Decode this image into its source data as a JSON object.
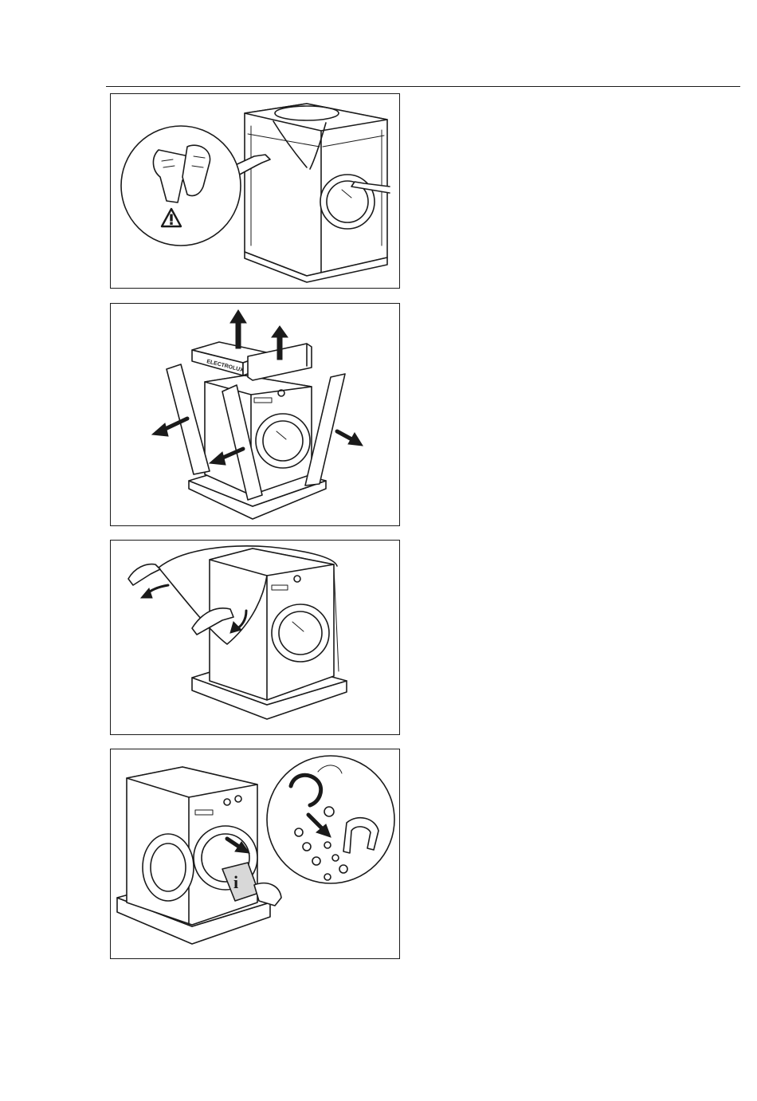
{
  "page": {
    "header_rule": true,
    "figures": [
      {
        "id": "step-1",
        "description_icons": [
          "gloves-icon",
          "warning-triangle-icon"
        ]
      },
      {
        "id": "step-2",
        "description_icons": [
          "arrow-up-icon",
          "arrow-out-icon"
        ]
      },
      {
        "id": "step-3",
        "description_icons": [
          "curved-arrow-icon"
        ]
      },
      {
        "id": "step-4",
        "description_icons": [
          "info-bag-icon",
          "accessories-icon"
        ]
      }
    ],
    "package_label": "ELECTROLUX",
    "info_glyph": "i"
  },
  "colors": {
    "ink": "#1a1a1a",
    "paper": "#ffffff"
  }
}
